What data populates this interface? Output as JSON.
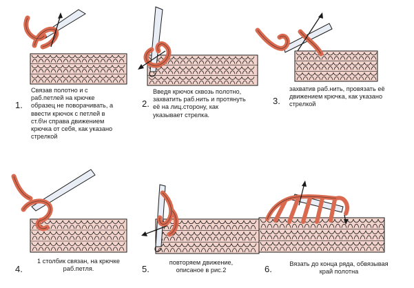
{
  "colors": {
    "fabric_fill": "#f2d3cb",
    "fabric_outline": "#1a1a1a",
    "working_yarn": "#d9694f",
    "hook_fill": "#e9eef6",
    "arrow": "#1a1a1a"
  },
  "steps": [
    {
      "number": "1.",
      "caption": "Связав полотно и с\nраб.петлей на крючке\nобразец не поворачивать, а\nввести крючок с петлей в\nст.б\\н справа движением\nкрючка от себя, как указано\nстрелкой"
    },
    {
      "number": "2.",
      "caption": "Введя крючок сквозь полотно,\nзахватить раб.нить и протянуть\nеё на лиц.сторону, как\nуказывает стрелка."
    },
    {
      "number": "3.",
      "caption": "захватив раб.нить, провязать её\nдвижением крючка, как указано\nстрелкой"
    },
    {
      "number": "4.",
      "caption": "1 столбик связан, на крючке\nраб.петля."
    },
    {
      "number": "5.",
      "caption": "повторяем движение,\nописаное в рис.2"
    },
    {
      "number": "6.",
      "caption": "Вязать до конца ряда, обвязывая\nкрай полотна"
    }
  ]
}
